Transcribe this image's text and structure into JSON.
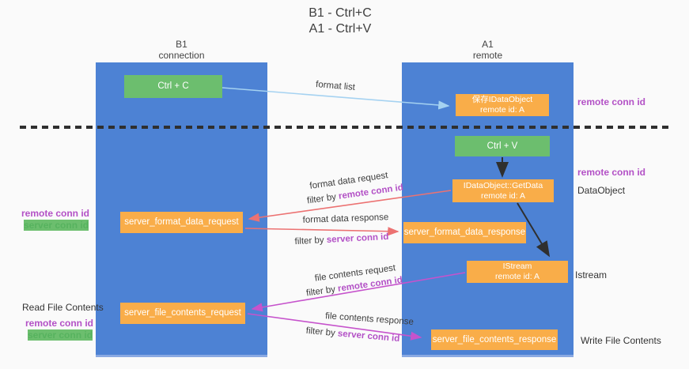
{
  "title": {
    "line1": "B1 - Ctrl+C",
    "line2": "A1 - Ctrl+V"
  },
  "columns": {
    "left": {
      "name": "B1",
      "role": "connection"
    },
    "right": {
      "name": "A1",
      "role": "remote"
    }
  },
  "nodes": {
    "ctrl_c": "Ctrl + C",
    "ctrl_v": "Ctrl + V",
    "save_dataobject": {
      "line1": "保存IDataObject",
      "line2": "remote id: A"
    },
    "getdata": {
      "line1": "IDataObject::GetData",
      "line2": "remote id: A"
    },
    "istream": {
      "line1": "IStream",
      "line2": "remote id: A"
    },
    "server_format_data_request": "server_format_data_request",
    "server_format_data_response": "server_format_data_response",
    "server_file_contents_request": "server_file_contents_request",
    "server_file_contents_response": "server_file_contents_response"
  },
  "arrow_labels": {
    "format_list": "format list",
    "format_data_request": "format data request",
    "filter_remote_1": {
      "prefix": "filter by",
      "keyword": "remote conn id"
    },
    "format_data_response": "format data response",
    "filter_server_1": {
      "prefix": "filter by",
      "keyword": "server conn id"
    },
    "file_contents_request": "file contents request",
    "filter_remote_2": {
      "prefix": "filter by",
      "keyword": "remote conn id"
    },
    "file_contents_response": "file contents response",
    "filter_server_2": {
      "prefix": "filter by",
      "keyword": "server conn id"
    }
  },
  "side_labels": {
    "right_top_remote_conn": "remote conn id",
    "right_mid_remote_conn": "remote conn id",
    "dataobject": "DataObject",
    "istream": "Istream",
    "write_file": "Write File Contents",
    "read_file": "Read File Contents",
    "left_remote_conn_1": "remote conn id",
    "left_server_conn_1": "server conn id",
    "left_remote_conn_2": "remote conn id",
    "left_server_conn_2": "server conn id"
  },
  "colors": {
    "background": "#fafafa",
    "column_blue": "#4d82d4",
    "box_green": "#6cbe6e",
    "box_orange": "#f9ad49",
    "arrow_light_blue": "#a5d2f1",
    "arrow_red": "#ec7272",
    "arrow_magenta": "#c653cc",
    "arrow_black": "#2f2f2f",
    "keyword_purple": "#b351c6",
    "keyword_green": "#57b35f"
  }
}
